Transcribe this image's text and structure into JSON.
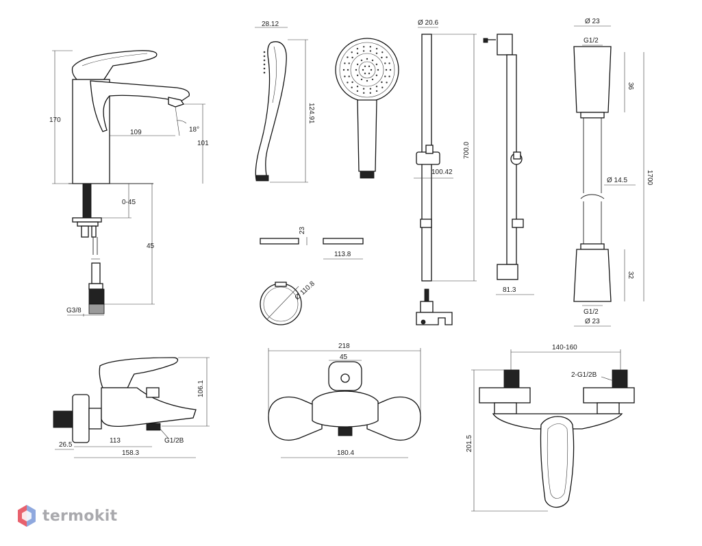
{
  "brand": {
    "wordmark": "termokit",
    "colors": {
      "logo_red": "#e8616d",
      "logo_blue": "#8fa8de",
      "logo_text": "#a9a9ad"
    }
  },
  "basin_mixer": {
    "height_total": "170",
    "spout_reach": "109",
    "spout_angle": "18°",
    "spout_height": "101",
    "mount_range": "0-45",
    "hose_length": "45",
    "connection": "G3/8"
  },
  "hand_shower": {
    "width": "28.12",
    "length": "124.91"
  },
  "slide_bar": {
    "tube_diameter": "Ø 20.6",
    "holder_depth": "100.42",
    "bar_length": "700.0",
    "wall_offset": "81.3"
  },
  "hose": {
    "top_nut_diameter": "Ø 23",
    "top_thread": "G1/2",
    "top_nut_length": "36",
    "hose_diameter": "Ø 14.5",
    "length": "1700",
    "bottom_nut_length": "32",
    "bottom_thread": "G1/2",
    "bottom_nut_diameter": "Ø 23"
  },
  "soap_dish": {
    "height": "23",
    "length": "113.8",
    "diameter": "Ø 110.8"
  },
  "bath_mixer_side": {
    "height": "106.1",
    "wall_gap": "26.5",
    "outlet_reach": "113",
    "total_depth": "158.3",
    "outlet_thread": "G1/2B"
  },
  "bath_mixer_front": {
    "total_width": "218",
    "handle_width": "45",
    "body_width": "180.4"
  },
  "bath_mixer_top": {
    "center_distance": "140-160",
    "inlet_thread": "2-G1/2B",
    "height": "201.5"
  }
}
